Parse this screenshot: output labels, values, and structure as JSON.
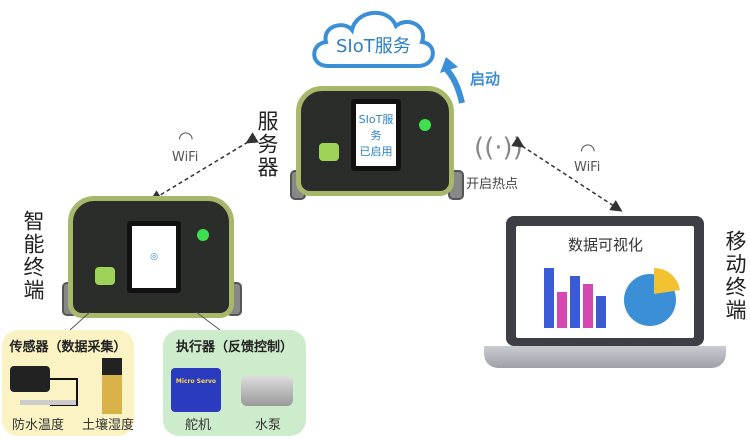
{
  "cloud": {
    "label": "SIoT服务"
  },
  "start_label": "启动",
  "server": {
    "label": "服务器",
    "screen_text_1": "SIoT服务",
    "screen_text_2": "已启用"
  },
  "hotspot_label": "开启热点",
  "wifi_left": "WiFi",
  "wifi_right": "WiFi",
  "terminal": {
    "label": "智能终端"
  },
  "mobile": {
    "label": "移动终端",
    "screen_title": "数据可视化"
  },
  "sensors": {
    "title": "传感器（数据采集）",
    "items": [
      "防水温度",
      "土壤湿度"
    ]
  },
  "actuators": {
    "title": "执行器（反馈控制）",
    "items": [
      "舵机",
      "水泵"
    ],
    "servo_text": "Micro Servo"
  },
  "colors": {
    "cloud": "#3b8fd6",
    "sensor_bg": "#fbf3c3",
    "actuator_bg": "#cdeccb",
    "device_frame": "#a7b86a"
  }
}
